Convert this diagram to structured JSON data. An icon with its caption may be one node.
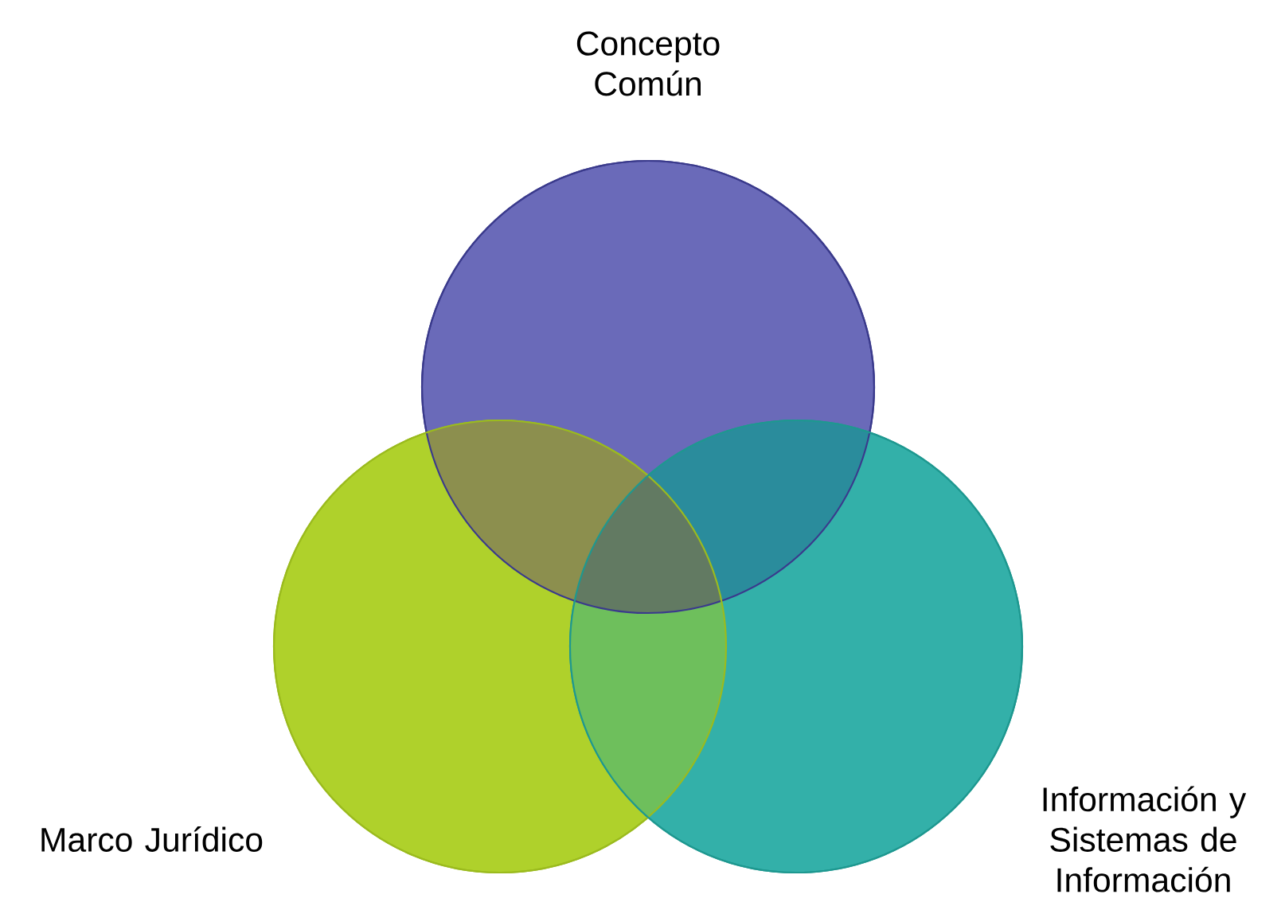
{
  "diagram": {
    "nodes": [
      {
        "text": [
          "Concepto Común"
        ]
      },
      {
        "text": [
          "Marco Jurídico"
        ]
      },
      {
        "text": [
          "Información y Sistemas de Información"
        ]
      }
    ]
  }
}
